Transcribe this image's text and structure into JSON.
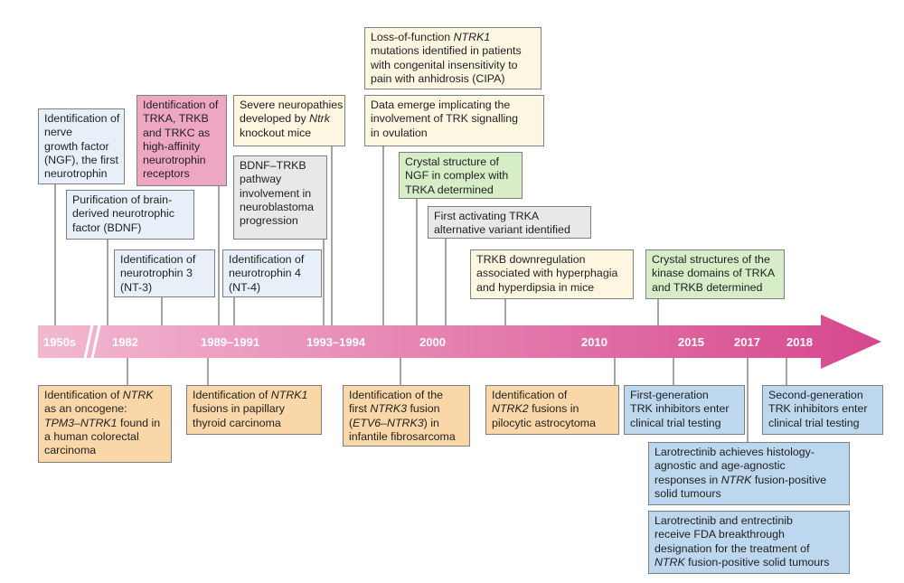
{
  "timeline": {
    "years": [
      "1950s",
      "1982",
      "1989–1991",
      "1993–1994",
      "2000",
      "2010",
      "2015",
      "2017",
      "2018"
    ]
  },
  "events": {
    "ngf": [
      "Identification of",
      "nerve",
      "growth factor",
      "(NGF), the first",
      "neurotrophin"
    ],
    "bdnf": [
      "Purification of brain-",
      "derived neurotrophic",
      "factor (BDNF)"
    ],
    "nt3": [
      "Identification of",
      "neurotrophin 3",
      "(NT-3)"
    ],
    "trk": [
      "Identification of",
      "TRKA, TRKB",
      "and TRKC as",
      "high-affinity",
      "neurotrophin",
      "receptors"
    ],
    "nt4": [
      "Identification of",
      "neurotrophin 4",
      "(NT-4)"
    ],
    "knockout": [
      "Severe neuropathies",
      "developed by |Ntrk|",
      "knockout mice"
    ],
    "neuroblastoma": [
      "BDNF–TRKB",
      "pathway",
      "involvement in",
      "neuroblastoma",
      "progression"
    ],
    "cipa": [
      "Loss-of-function |NTRK1|",
      "mutations identified in patients",
      "with congenital insensitivity to",
      "pain with anhidrosis (CIPA)"
    ],
    "ovulation": [
      "Data emerge implicating the",
      "involvement of TRK signalling",
      "in ovulation"
    ],
    "crystal_ngf": [
      "Crystal structure of",
      "NGF in complex with",
      "TRKA determined"
    ],
    "trka_variant": [
      "First activating TRKA",
      "alternative variant identified"
    ],
    "hyperphagia": [
      "TRKB downregulation",
      "associated with hyperphagia",
      "and hyperdipsia in mice"
    ],
    "crystal_kinase": [
      "Crystal structures of the",
      "kinase domains of TRKA",
      "and TRKB determined"
    ],
    "ntrk_oncogene": [
      "Identification of |NTRK|",
      "as an oncogene:",
      "|TPM3–NTRK1| found in",
      "a human colorectal",
      "carcinoma"
    ],
    "thyroid": [
      "Identification of |NTRK1|",
      "fusions in papillary",
      "thyroid carcinoma"
    ],
    "ntrk3": [
      "Identification of the",
      "first |NTRK3| fusion",
      "(|ETV6–NTRK3|) in",
      "infantile fibrosarcoma"
    ],
    "ntrk2": [
      "Identification of",
      "|NTRK2| fusions in",
      "pilocytic astrocytoma"
    ],
    "first_gen": [
      "First-generation",
      "TRK inhibitors enter",
      "clinical trial testing"
    ],
    "second_gen": [
      "Second-generation",
      "TRK inhibitors enter",
      "clinical trial testing"
    ],
    "larotrectinib": [
      "Larotrectinib achieves histology-",
      "agnostic and age-agnostic",
      "responses in |NTRK| fusion-positive",
      "solid tumours"
    ],
    "fda": [
      "Larotrectinib and entrectinib",
      "receive FDA breakthrough",
      "designation for the treatment of",
      "|NTRK| fusion-positive solid tumours"
    ]
  },
  "colors": {
    "arrow_left": "#f3b8d0",
    "arrow_right": "#d6478e",
    "blue": "#e7f0f8",
    "yellow": "#fdf6e0",
    "gray": "#e8e8e8",
    "pink": "#eea7c2",
    "green": "#d6edc8",
    "orange": "#fad7a8",
    "steel": "#bcd7ee"
  }
}
